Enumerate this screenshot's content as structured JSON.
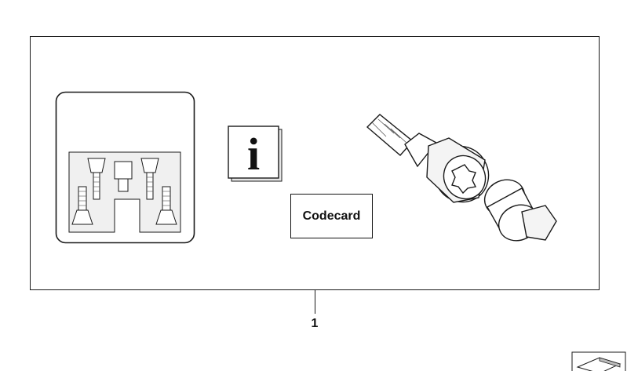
{
  "callouts": {
    "part_number": "1",
    "codecard_label": "Codecard",
    "info_symbol": "i"
  },
  "icons": [
    "bolt-case-illustration",
    "info-manual-icon",
    "locking-bolt-illustration",
    "adapter-socket-illustration",
    "view-arrow-icon"
  ],
  "colors": {
    "line": "#1a1a1a",
    "background": "#ffffff",
    "shade": "#e6e6e6"
  }
}
